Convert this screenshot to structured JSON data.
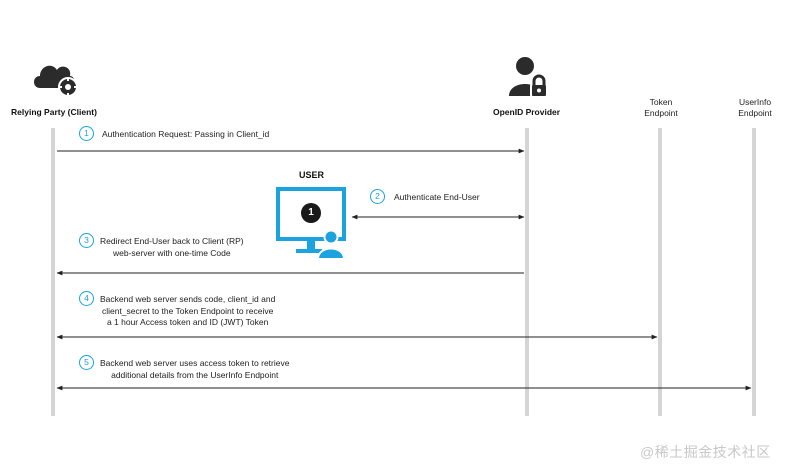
{
  "actors": {
    "relying_party": "Relying Party (Client)",
    "openid_provider": "OpenID Provider",
    "token_endpoint": [
      "Token",
      "Endpoint"
    ],
    "userinfo_endpoint": [
      "UserInfo",
      "Endpoint"
    ]
  },
  "user": {
    "label": "USER",
    "badge_number": "1"
  },
  "steps": [
    {
      "number": "1",
      "lines": [
        "Authentication Request: Passing in Client_id"
      ]
    },
    {
      "number": "2",
      "lines": [
        "Authenticate End-User"
      ]
    },
    {
      "number": "3",
      "lines": [
        "Redirect End-User back to Client (RP)",
        "web-server with one-time Code"
      ]
    },
    {
      "number": "4",
      "lines": [
        "Backend web server sends code, client_id and",
        "client_secret to the Token Endpoint to receive",
        "a 1 hour Access token and ID (JWT) Token"
      ]
    },
    {
      "number": "5",
      "lines": [
        "Backend web server uses access token to retrieve",
        "additional details from the UserInfo Endpoint"
      ]
    }
  ],
  "colors": {
    "accent": "#1ba3e0",
    "icon_dark": "#2b2b2b",
    "lifeline": "#d5d5d5"
  },
  "icons": {
    "relying_party": "cloud-gear-icon",
    "openid_provider": "user-lock-icon",
    "user": "monitor-user-icon"
  },
  "watermark": "@稀土掘金技术社区"
}
